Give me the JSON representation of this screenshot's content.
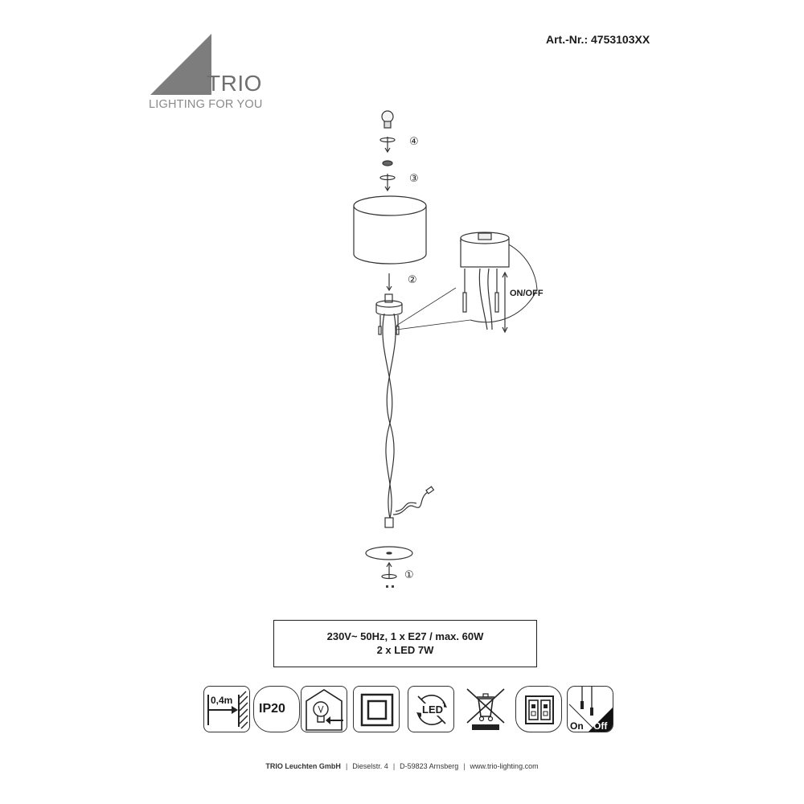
{
  "header": {
    "brand": "TRIO",
    "tagline": "LIGHTING FOR YOU",
    "article_number": "Art.-Nr.: 4753103XX"
  },
  "assembly": {
    "steps": [
      "①",
      "②",
      "③",
      "④"
    ],
    "switch_label": "ON/OFF"
  },
  "specs": {
    "line1": "230V~ 50Hz, 1 x E27 / max. 60W",
    "line2": "2 x LED 7W"
  },
  "icons": {
    "distance": "0,4m",
    "ip_rating": "IP20",
    "led": "LED",
    "on": "On",
    "off": "Off",
    "names": [
      "distance-to-object-icon",
      "ip20-icon",
      "bulb-replaceable-icon",
      "protection-class-2-icon",
      "led-not-replaceable-icon",
      "weee-disposal-icon",
      "indoor-use-icon",
      "pull-switch-icon"
    ]
  },
  "footer": {
    "company": "TRIO Leuchten GmbH",
    "street": "Dieselstr. 4",
    "city": "D-59823 Arnsberg",
    "web": "www.trio-lighting.com"
  }
}
